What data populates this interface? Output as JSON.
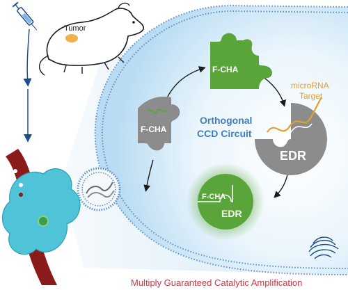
{
  "labels": {
    "tumor": "Tumor",
    "piece_top": "F-CHA",
    "piece_left": "F-CHA",
    "piece_right": "EDR",
    "combined_fcha": "F-CHA",
    "combined_edr": "EDR",
    "circuit_line1": "Orthogonal",
    "circuit_line2": "CCD Circuit",
    "target_line1": "microRNA",
    "target_line2": "Target",
    "caption": "Multiply Guaranteed Catalytic Amplification"
  },
  "colors": {
    "green": "#5aa53a",
    "gray": "#8c8c8c",
    "circuit_text": "#3f7fbf",
    "target_text": "#e0a030",
    "caption": "#c23b4b",
    "membrane": "#5b8fc6",
    "cell_interior": "#dbeefa",
    "arrow": "#1a4f8c",
    "tumor_mass": "#4fc3d7",
    "vessel": "#8b1a1a"
  },
  "icons": [
    "syringe-icon",
    "mouse-icon",
    "liposome-icon",
    "dna-hairpin-icon",
    "golgi-icon"
  ]
}
